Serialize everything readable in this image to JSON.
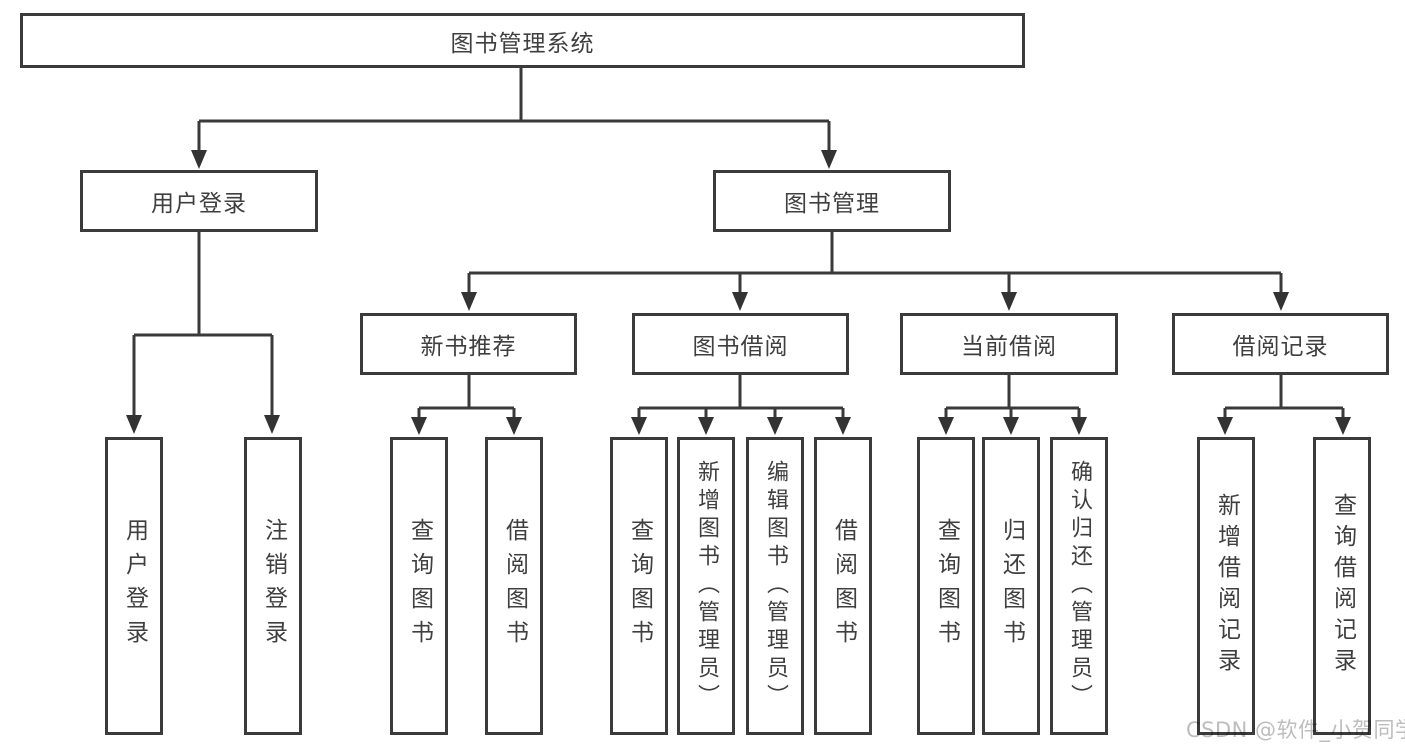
{
  "root": {
    "label": "图书管理系统"
  },
  "level2": {
    "user_login": "用户登录",
    "book_management": "图书管理"
  },
  "level3": {
    "new_book_recommend": "新书推荐",
    "book_borrowing": "图书借阅",
    "current_borrowing": "当前借阅",
    "borrowing_records": "借阅记录"
  },
  "leaves": {
    "user_login": "用户登录",
    "logout": "注销登录",
    "rec_query_books": "查询图书",
    "rec_borrow_books": "借阅图书",
    "bor_query_books": "查询图书",
    "bor_add_books_admin": "新增图书（管理员）",
    "bor_edit_books_admin": "编辑图书（管理员）",
    "bor_borrow_books": "借阅图书",
    "cur_query_books": "查询图书",
    "cur_return_books": "归还图书",
    "cur_confirm_return_admin": "确认归还（管理员）",
    "rec2_add_record": "新增借阅记录",
    "rec2_query_record": "查询借阅记录"
  },
  "watermark": "CSDN @软件_小贺同学",
  "colors": {
    "line": "#3a3a3a",
    "border": "#3b3b3b",
    "text": "#3f3f3f",
    "watermark": "#bdbdbd"
  }
}
